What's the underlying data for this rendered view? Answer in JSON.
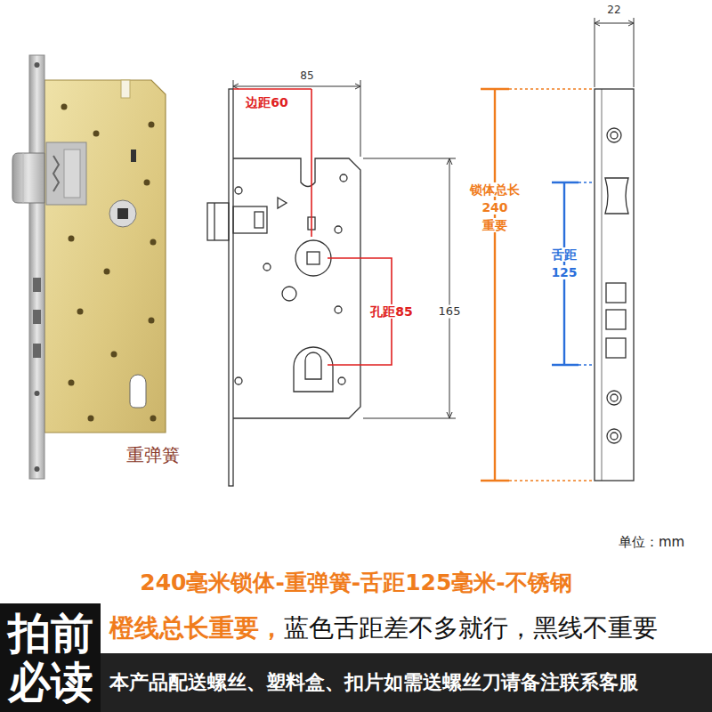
{
  "diagram": {
    "title": "240毫米锁体-重弹簧-舌距125毫米-不锈钢",
    "nodes": [
      {
        "text": [
          "拍前 必读"
        ]
      },
      {
        "text": [
          "橙线总长重要，",
          "蓝色舌距差不多就行，黑线不重要"
        ]
      },
      {
        "text": [
          "本产品配送螺丝、塑料盒、扣片如需送螺丝刀请备注联系客服"
        ]
      }
    ],
    "labels": [
      "重弹簧",
      "边距60",
      "85",
      "孔距85",
      "165",
      "22",
      "锁体总长",
      "240",
      "重要",
      "舌距",
      "125",
      "单位：mm"
    ]
  }
}
